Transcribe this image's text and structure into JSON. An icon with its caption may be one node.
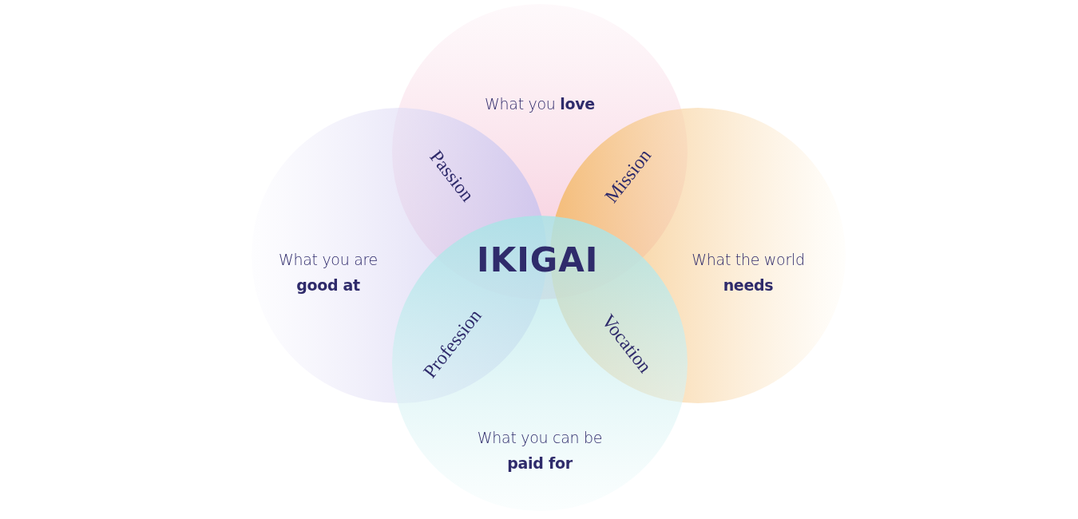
{
  "diagram": {
    "nodes": [
      {
        "text": [
          "What you **love**"
        ]
      },
      {
        "text": [
          "What you are **good at**"
        ]
      },
      {
        "text": [
          "What the world **needs**"
        ]
      },
      {
        "text": [
          "What you can be **paid for**"
        ]
      }
    ],
    "edges": [],
    "labels": [
      "Passion",
      "Mission",
      "IKIGAI",
      "Profession",
      "Vocation"
    ]
  }
}
